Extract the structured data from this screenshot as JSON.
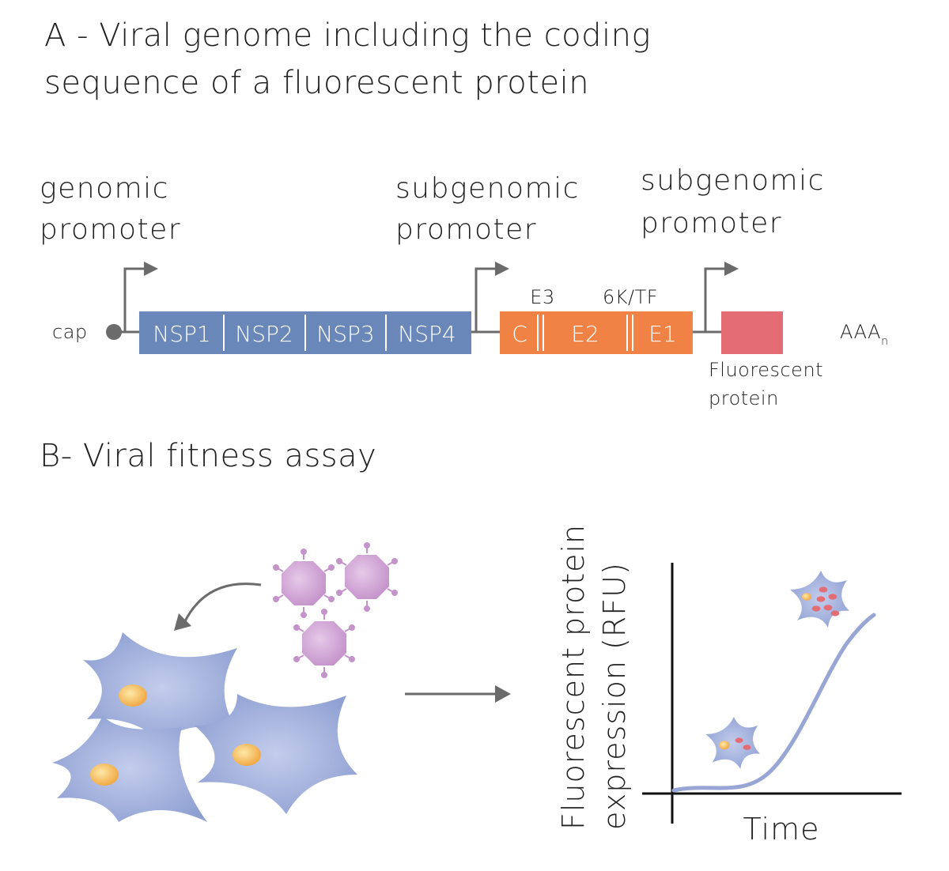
{
  "section_a": {
    "title_line1": "A - Viral genome including the coding",
    "title_line2": "sequence of a fluorescent protein"
  },
  "promoters": {
    "genomic": [
      "genomic",
      "promoter"
    ],
    "subgenomic_1": [
      "subgenomic",
      "promoter"
    ],
    "subgenomic_2": [
      "subgenomic",
      "promoter"
    ]
  },
  "genome": {
    "cap_label": "cap",
    "tail_label": "AAA",
    "tail_subscript": "n",
    "nonstructural": [
      "NSP1",
      "NSP2",
      "NSP3",
      "NSP4"
    ],
    "structural": [
      "C",
      "E2",
      "E1"
    ],
    "structural_above": [
      "E3",
      "6K/TF"
    ],
    "reporter_label": [
      "Fluorescent",
      "protein"
    ]
  },
  "section_b": {
    "title": "B- Viral fitness assay"
  },
  "graph": {
    "ylabel_line1": "Fluorescent protein",
    "ylabel_line2": "expression (RFU)",
    "xlabel": "Time"
  },
  "colors": {
    "nsp_blue": "#6a87b9",
    "structural_orange": "#ef8244",
    "reporter_red": "#e46c74",
    "cell_blue": "#a3b2dd",
    "nucleus_yellow": "#f5bf58",
    "virus_purple": "#d2a9d6",
    "curve_blue": "#97a6d4",
    "line_gray": "#6b6b6b"
  }
}
